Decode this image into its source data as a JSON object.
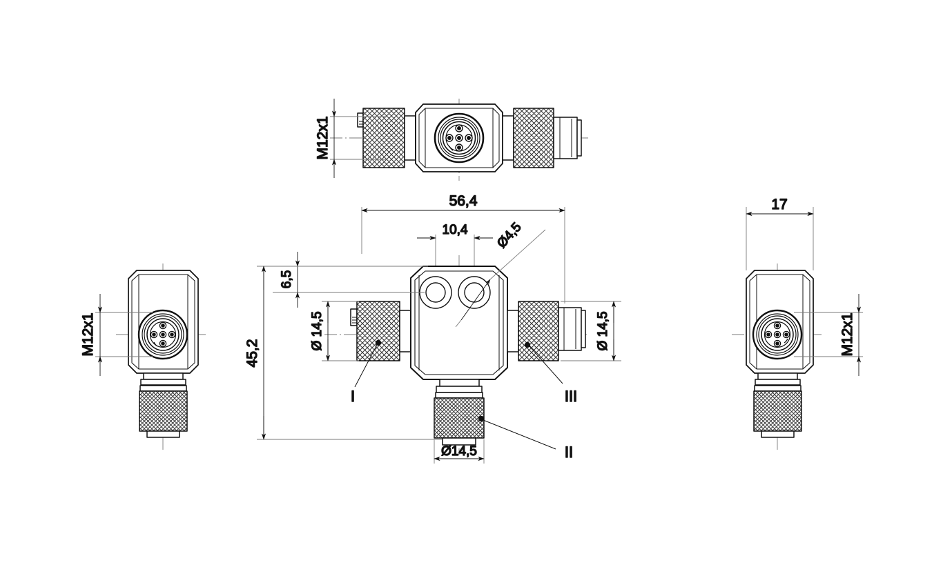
{
  "drawing": {
    "title": "M12 T-coupler technical drawing",
    "type": "engineering-dimension-drawing",
    "units": "mm",
    "decimal_separator": ",",
    "line_color": "#111111",
    "hatch_color": "#444444",
    "background": "#ffffff"
  },
  "views": {
    "top": {
      "name": "top-view",
      "labels": {
        "thread": "M12x1"
      }
    },
    "left": {
      "name": "left-side-view",
      "labels": {
        "thread": "M12x1"
      }
    },
    "main": {
      "name": "main-front-view",
      "labels": {
        "overall_width": "56,4",
        "hole_spacing": "10,4",
        "hole_diameter": "Ø4,5",
        "top_offset": "6,5",
        "overall_height": "45,2",
        "port_left_diameter": "Ø 14,5",
        "port_right_diameter": "Ø 14,5",
        "port_bottom_diameter": "Ø14,5",
        "callout_1": "I",
        "callout_2": "II",
        "callout_3": "III"
      }
    },
    "right": {
      "name": "right-side-view",
      "labels": {
        "body_width": "17",
        "thread": "M12x1"
      }
    }
  },
  "dimension_values": {
    "overall_width_mm": 56.4,
    "overall_height_mm": 45.2,
    "body_width_mm": 17,
    "mounting_hole_spacing_mm": 10.4,
    "mounting_hole_diameter_mm": 4.5,
    "top_hole_offset_mm": 6.5,
    "port_diameter_mm": 14.5,
    "thread_spec": "M12x1"
  },
  "callouts": [
    {
      "id": "I",
      "label": "I",
      "target": "left-port-knurled-nut"
    },
    {
      "id": "II",
      "label": "II",
      "target": "bottom-port-knurled-nut"
    },
    {
      "id": "III",
      "label": "III",
      "target": "right-port-knurled-nut"
    }
  ]
}
